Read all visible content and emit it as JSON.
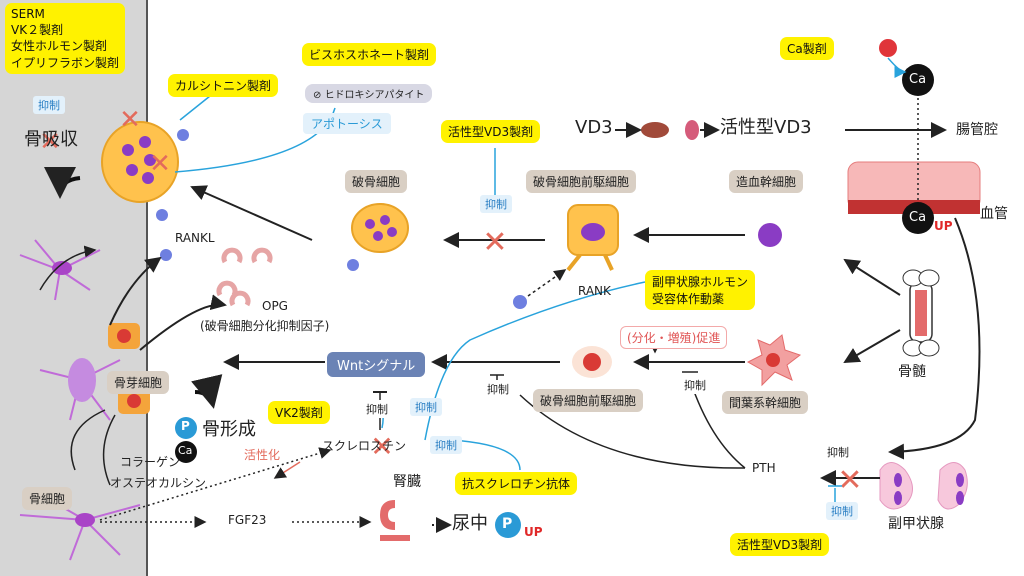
{
  "drugs": {
    "serm_group": [
      "SERM",
      "VK２製剤",
      "女性ホルモン製剤",
      "イプリフラボン製剤"
    ],
    "calcitonin": "カルシトニン製剤",
    "bisphosphonate": "ビスホスホネート製剤",
    "active_vd3_top": "活性型VD3製剤",
    "ca_agent": "Ca製剤",
    "pth_agent": "副甲状腺ホルモン\n受容体作動薬",
    "vk2": "VK2製剤",
    "anti_sclerostin": "抗スクレロチン抗体",
    "active_vd3_bottom": "活性型VD3製剤"
  },
  "labels": {
    "hydroxyapatite": "ヒドロキシアパタイト",
    "apoptosis": "アポトーシス",
    "bone_resorption": "骨吸収",
    "osteoclast": "破骨細胞",
    "osteoclast_precursor_top": "破骨細胞前駆細胞",
    "hsc": "造血幹細胞",
    "vd3": "VD3",
    "active_vd3": "活性型VD3",
    "intestinal_lumen": "腸管腔",
    "blood_vessel": "血管",
    "ca": "Ca",
    "up": "UP",
    "rankl": "RANKL",
    "rank": "RANK",
    "opg": "OPG",
    "opg_desc": "(破骨細胞分化抑制因子)",
    "bone_marrow": "骨髄",
    "osteoblast": "骨芽細胞",
    "bone_formation": "骨形成",
    "p": "P",
    "collagen": "コラーゲン",
    "osteocalcin": "オステオカルシン",
    "activation": "活性化",
    "sclerostin": "スクレロスチン",
    "wnt": "Wntシグナル",
    "osteoclast_precursor_mid": "破骨細胞前駆細胞",
    "msc": "間葉系幹細胞",
    "promotion": "(分化・増殖)促進",
    "pth": "PTH",
    "parathyroid": "副甲状腺",
    "kidney": "腎臓",
    "urine": "尿中",
    "osteocyte": "骨細胞",
    "fgf23": "FGF23",
    "inhibit": "抑制"
  },
  "colors": {
    "drug_bg": "#fff200",
    "cell_label_bg": "#d9cfc4",
    "inhibit_line": "#29a3dc",
    "cross": "#e36b5c",
    "up": "#e02828",
    "wnt_bg": "#6b83b5"
  }
}
